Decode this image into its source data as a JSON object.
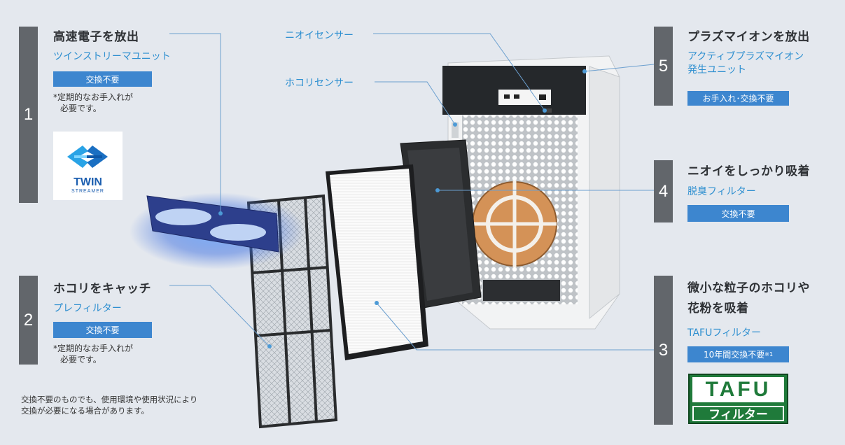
{
  "items": [
    {
      "num": "1",
      "title": "高速電子を放出",
      "name": "ツインストリーマユニット",
      "badge": "交換不要",
      "note1": "*定期的なお手入れが",
      "note2": "必要です。"
    },
    {
      "num": "2",
      "title": "ホコリをキャッチ",
      "name": "プレフィルター",
      "badge": "交換不要",
      "note1": "*定期的なお手入れが",
      "note2": "必要です。"
    },
    {
      "num": "3",
      "title1": "微小な粒子のホコリや",
      "title2": "花粉を吸着",
      "name": "TAFUフィルター",
      "badge": "10年間交換不要",
      "badge_sup": "※1"
    },
    {
      "num": "4",
      "title": "ニオイをしっかり吸着",
      "name": "脱臭フィルター",
      "badge": "交換不要"
    },
    {
      "num": "5",
      "title": "プラズマイオンを放出",
      "name1": "アクティブプラズマイオン",
      "name2": "発生ユニット",
      "badge": "お手入れ･交換不要"
    }
  ],
  "sensors": {
    "odor": "ニオイセンサー",
    "dust": "ホコリセンサー"
  },
  "footnote": {
    "line1": "交換不要のものでも、使用環境や使用状況により",
    "line2": "交換が必要になる場合があります。"
  },
  "logos": {
    "twin_line1": "TWIN",
    "twin_line2": "STREAMER",
    "tafu_line1": "TAFU",
    "tafu_line2": "フィルター",
    "twin_color": "#1a88d6",
    "tafu_color": "#1f7a3a"
  },
  "colors": {
    "accent": "#3d86cf",
    "label": "#2e8fd0",
    "bar": "#62666b",
    "background": "#e4e8ee"
  }
}
